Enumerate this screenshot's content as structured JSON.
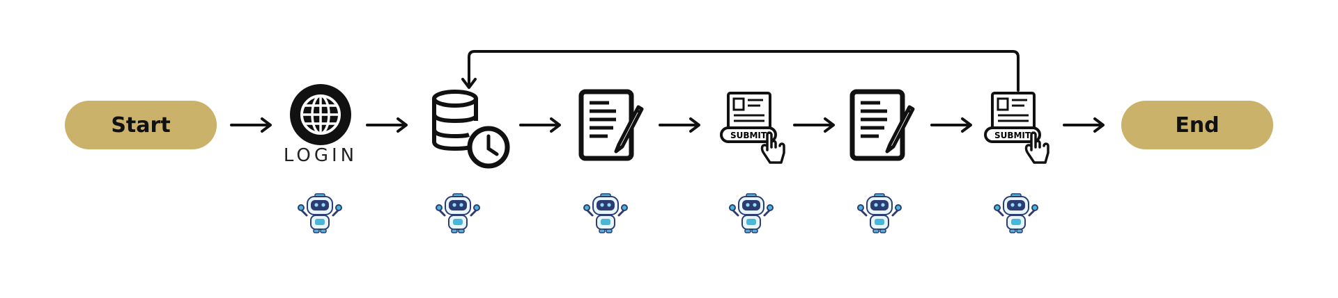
{
  "flow": {
    "start_label": "Start",
    "end_label": "End",
    "login_label": "LOGIN",
    "submit_label": "SUBMIT"
  },
  "colors": {
    "pill_fill": "#cbb26a",
    "stroke": "#111111",
    "robot_body": "#e6f6fb",
    "robot_accent": "#4bb7d8",
    "robot_visor": "#2c3c73"
  },
  "steps": [
    {
      "icon": "login-globe-icon",
      "robot": true
    },
    {
      "icon": "database-clock-icon",
      "robot": true
    },
    {
      "icon": "document-edit-icon",
      "robot": true
    },
    {
      "icon": "submit-form-icon",
      "robot": true
    },
    {
      "icon": "document-edit-icon",
      "robot": true
    },
    {
      "icon": "submit-form-icon",
      "robot": true
    }
  ],
  "loop": {
    "from": "submit-form-icon",
    "to": "database-clock-icon"
  }
}
